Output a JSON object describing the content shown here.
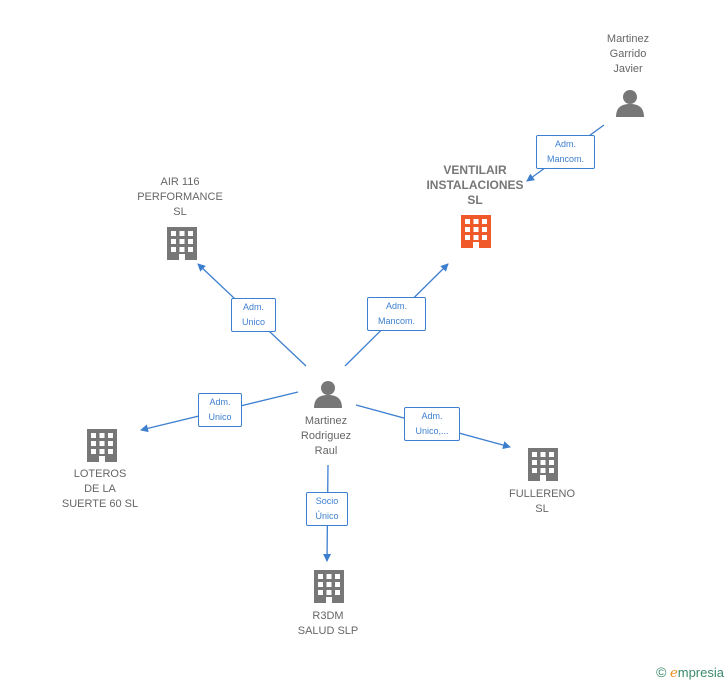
{
  "nodes": {
    "ventilair": {
      "name": "VENTILAIR\nINSTALACIONES\nSL",
      "type": "company",
      "highlight": true
    },
    "javier": {
      "name": "Martinez\nGarrido\nJavier",
      "type": "person"
    },
    "raul": {
      "name": "Martinez\nRodriguez\nRaul",
      "type": "person"
    },
    "air116": {
      "name": "AIR 116\nPERFORMANCE\nSL",
      "type": "company"
    },
    "loteros": {
      "name": "LOTEROS\nDE LA\nSUERTE 60  SL",
      "type": "company"
    },
    "fullereno": {
      "name": "FULLERENO\nSL",
      "type": "company"
    },
    "r3dm": {
      "name": "R3DM\nSALUD  SLP",
      "type": "company"
    }
  },
  "relations": {
    "javier_ventilair": "Adm.\nMancom.",
    "raul_ventilair": "Adm.\nMancom.",
    "raul_air116": "Adm.\nUnico",
    "raul_loteros": "Adm.\nUnico",
    "raul_fullereno": "Adm.\nUnico,...",
    "raul_r3dm": "Socio\nÚnico"
  },
  "colors": {
    "edge": "#3d7fcf",
    "company": "#777777",
    "company_highlight": "#f0592a",
    "person": "#777777"
  },
  "footer": {
    "copyright_symbol": "©",
    "brand_initial": "e",
    "brand_rest": "mpresia"
  }
}
